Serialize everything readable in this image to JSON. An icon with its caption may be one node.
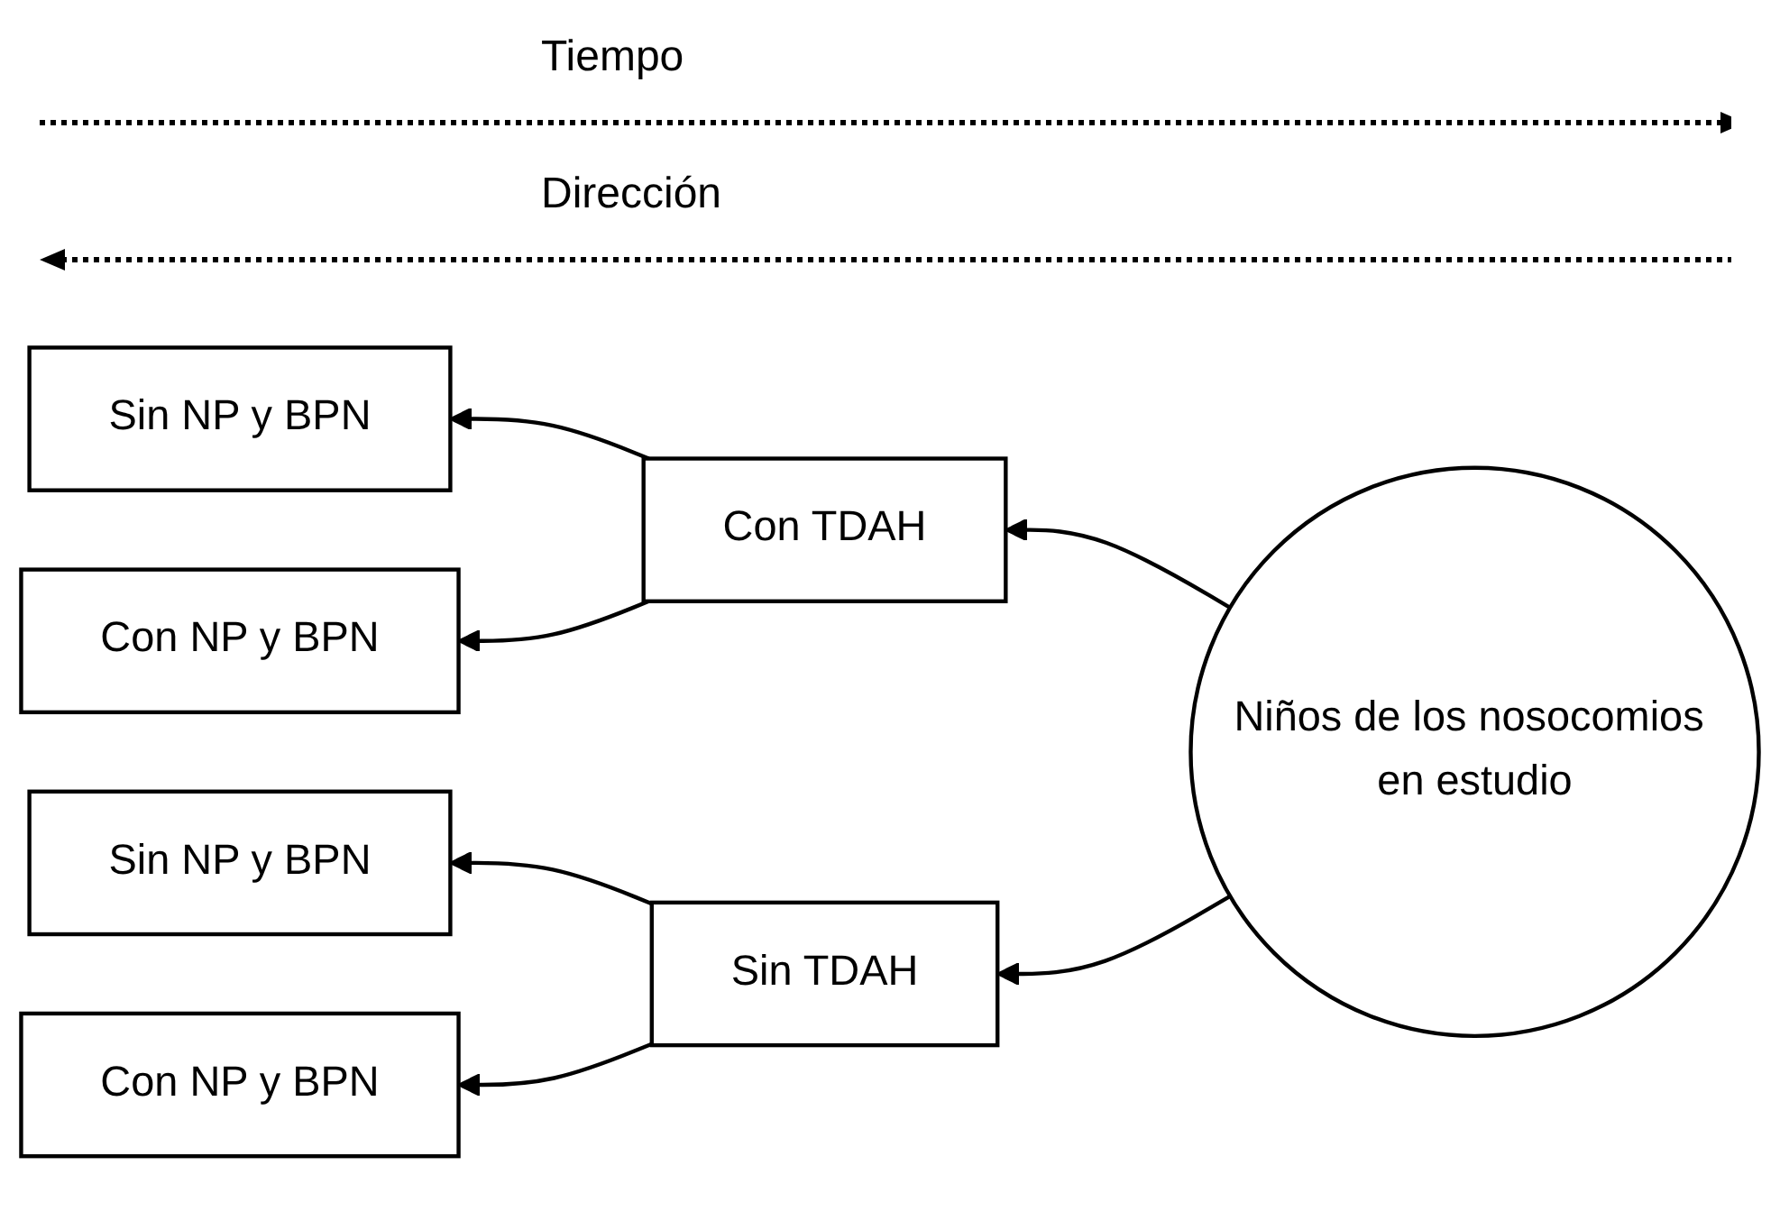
{
  "diagram": {
    "nodes": [
      {
        "text": [
          "Sin NP y BPN"
        ]
      },
      {
        "text": [
          "Con NP y BPN"
        ]
      },
      {
        "text": [
          "Con TDAH"
        ]
      },
      {
        "text": [
          "Niños de los nosocomios en estudio"
        ]
      },
      {
        "text": [
          "Sin NP y BPN"
        ]
      },
      {
        "text": [
          "Con NP y BPN"
        ]
      },
      {
        "text": [
          "Sin TDAH"
        ]
      }
    ],
    "edges": [
      {
        "from": 3,
        "to": 2,
        "arrow": "to"
      },
      {
        "from": 3,
        "to": 6,
        "arrow": "to"
      },
      {
        "from": 2,
        "to": 0,
        "arrow": "to"
      },
      {
        "from": 2,
        "to": 1,
        "arrow": "to"
      },
      {
        "from": 6,
        "to": 4,
        "arrow": "to"
      },
      {
        "from": 6,
        "to": 5,
        "arrow": "to"
      }
    ],
    "labels": [
      "Tiempo",
      "Dirección"
    ]
  }
}
